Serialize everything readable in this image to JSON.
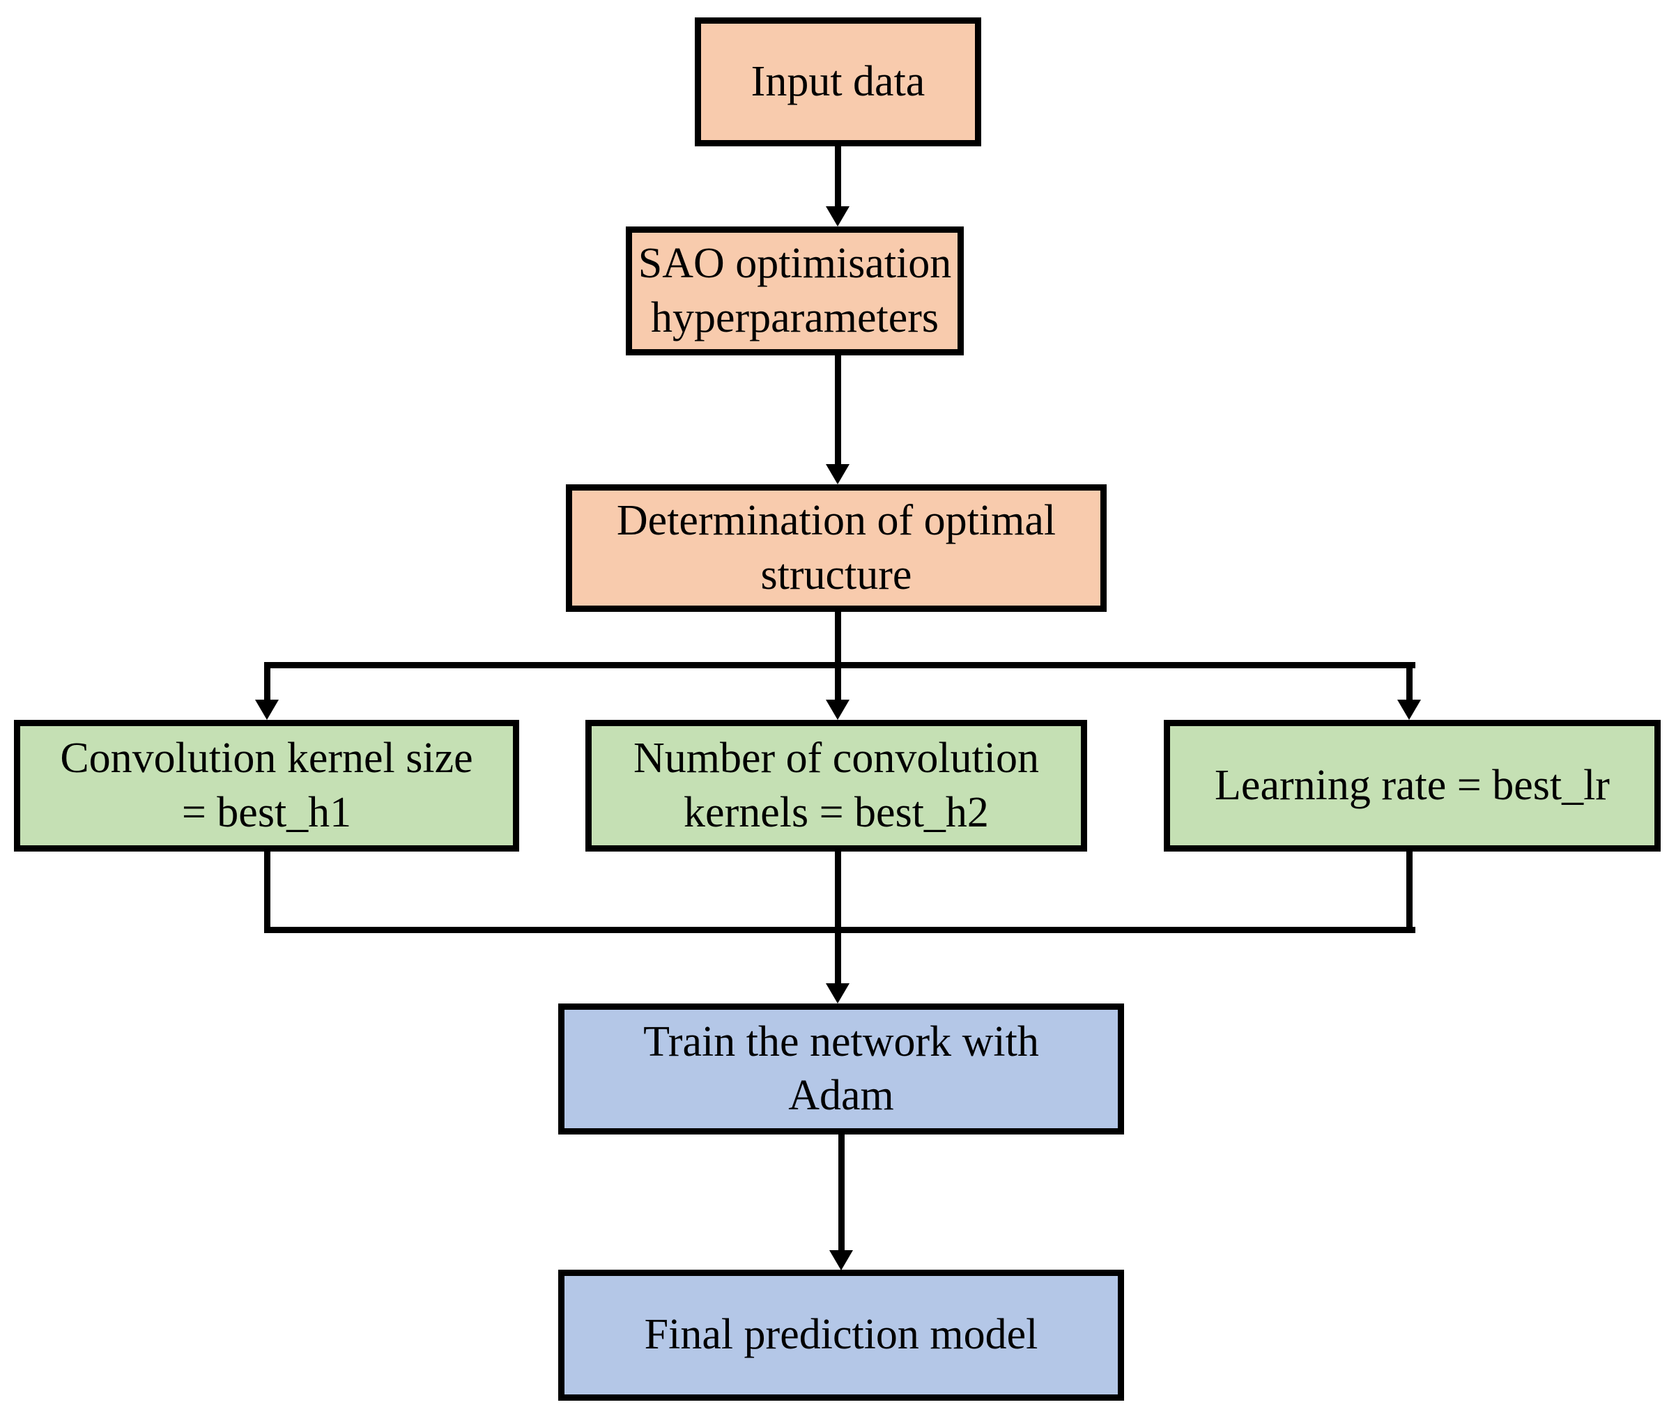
{
  "colors": {
    "background": "#FFFFFF",
    "box_border": "#000000",
    "connector": "#000000",
    "text": "#000000",
    "stage_fill": "#F8CBAD",
    "param_fill": "#C5E0B4",
    "result_fill": "#B4C7E7"
  },
  "nodes": {
    "input_data": {
      "label": "Input data"
    },
    "sao": {
      "label": "SAO optimisation\nhyperparameters"
    },
    "determination": {
      "label": "Determination of optimal\nstructure"
    },
    "kernel_size": {
      "label": "Convolution kernel size\n= best_h1"
    },
    "kernel_number": {
      "label": "Number of convolution\nkernels = best_h2"
    },
    "learning_rate": {
      "label": "Learning rate = best_lr"
    },
    "train": {
      "label": "Train the network with\nAdam"
    },
    "final": {
      "label": "Final prediction model"
    }
  },
  "edges": [
    {
      "from": "input_data",
      "to": "sao"
    },
    {
      "from": "sao",
      "to": "determination"
    },
    {
      "from": "determination",
      "to": "kernel_size"
    },
    {
      "from": "determination",
      "to": "kernel_number"
    },
    {
      "from": "determination",
      "to": "learning_rate"
    },
    {
      "from": "kernel_size",
      "to": "train"
    },
    {
      "from": "kernel_number",
      "to": "train"
    },
    {
      "from": "learning_rate",
      "to": "train"
    },
    {
      "from": "train",
      "to": "final"
    }
  ]
}
